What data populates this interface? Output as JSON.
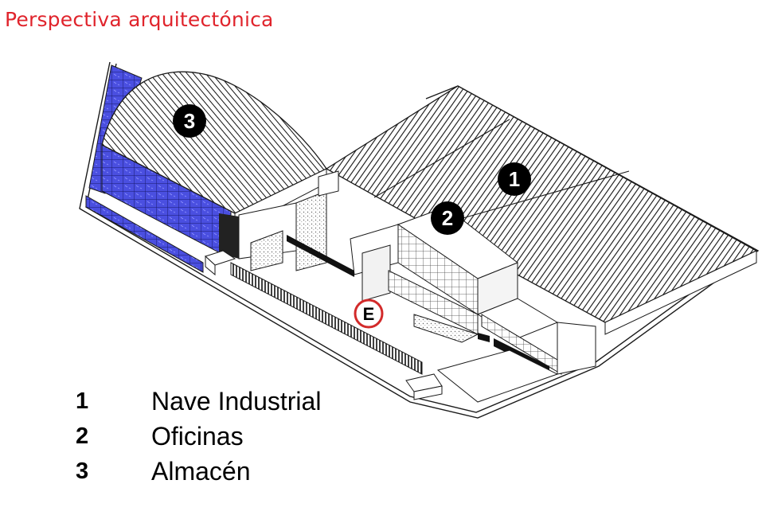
{
  "title": "Perspectiva arquitectónica",
  "colors": {
    "title": "#e0242c",
    "marker_fill": "#000000",
    "marker_text": "#ffffff",
    "entrance_ring": "#d22a2a",
    "glass": "#4a4fe0",
    "line": "#1a1a1a"
  },
  "markers": [
    {
      "label": "1"
    },
    {
      "label": "2"
    },
    {
      "label": "3"
    },
    {
      "label": "E"
    }
  ],
  "legend": [
    {
      "number": "1",
      "text": "Nave Industrial"
    },
    {
      "number": "2",
      "text": "Oficinas"
    },
    {
      "number": "3",
      "text": "Almacén"
    }
  ]
}
